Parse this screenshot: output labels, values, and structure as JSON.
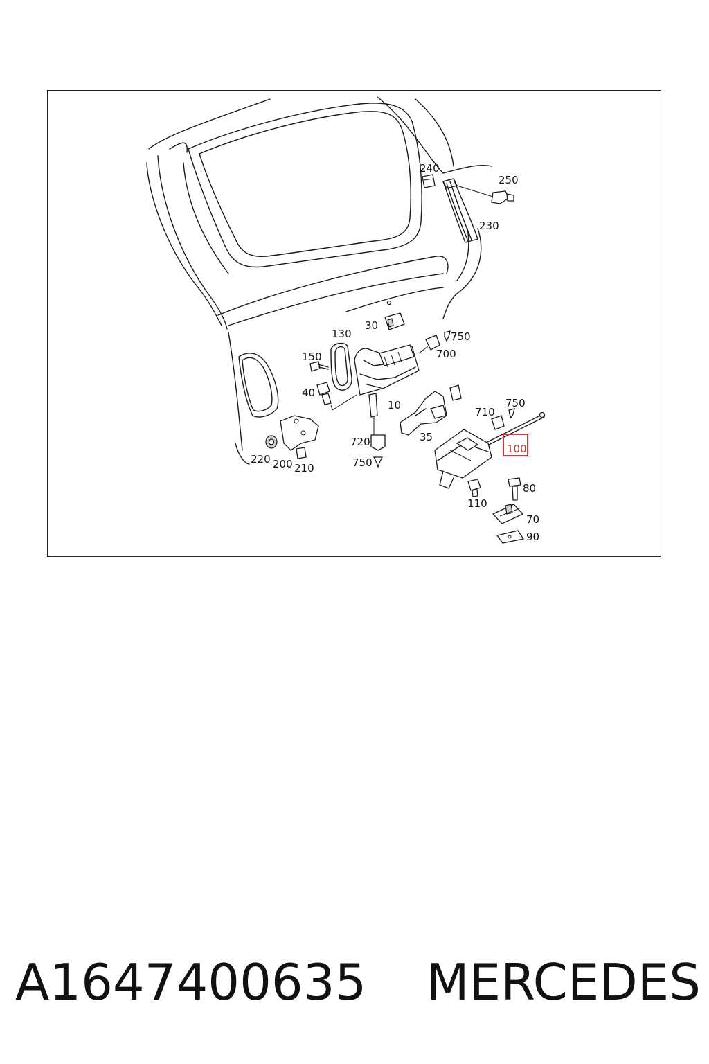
{
  "diagram": {
    "labels": {
      "p240": "240",
      "p250": "250",
      "p230": "230",
      "p30": "30",
      "p130": "130",
      "p750a": "750",
      "p700": "700",
      "p150": "150",
      "p40": "40",
      "p10": "10",
      "p710": "710",
      "p750b": "750",
      "p35": "35",
      "p720": "720",
      "p100": "100",
      "p220": "220",
      "p200": "200",
      "p210": "210",
      "p750c": "750",
      "p80": "80",
      "p110": "110",
      "p70": "70",
      "p90": "90"
    },
    "highlighted_part": "100",
    "highlight_color": "#d9333f"
  },
  "footer": {
    "part_number": "A1647400635",
    "brand": "MERCEDES"
  }
}
